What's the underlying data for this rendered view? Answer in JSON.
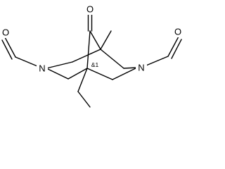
{
  "structure": {
    "atoms": {
      "carbonyl_oxygen": "O",
      "left_nitroso_oxygen": "O",
      "left_amine_nitrogen": "N",
      "right_amine_nitrogen": "N",
      "right_nitroso_oxygen": "O"
    },
    "stereo_marks": {
      "bridgehead_descriptor": "&1"
    },
    "colors": {
      "bonds": "#000000",
      "labels": "#000000",
      "background": "#ffffff"
    }
  }
}
